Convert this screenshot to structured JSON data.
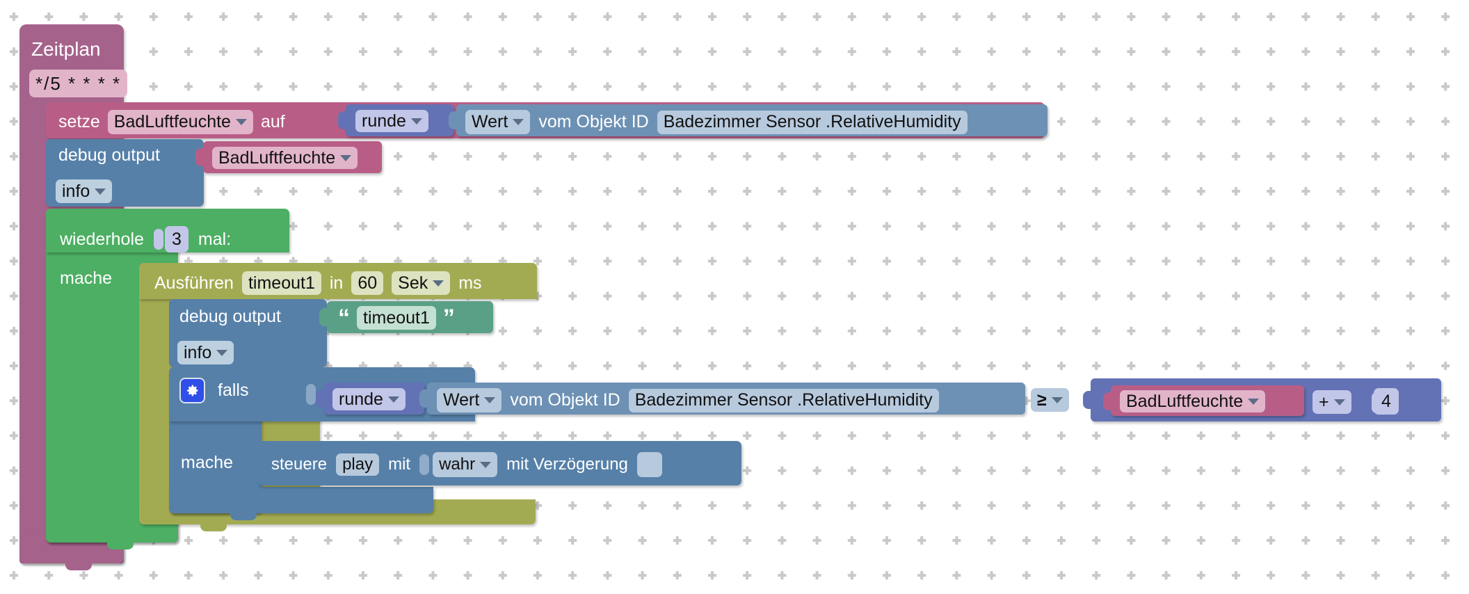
{
  "app": {
    "kind": "blockly-visual-script-editor",
    "language": "de",
    "canvas_background": "#ffffff",
    "grid_dot_color": "#c9c9c9"
  },
  "colors": {
    "schedule": "#a5628b",
    "variable": "#b85e86",
    "variable_field": "#e2b4c9",
    "debug": "#5680a8",
    "debug_field": "#bcd0e0",
    "math": "#6272b5",
    "math_field": "#c2c6e8",
    "object": "#6d91b4",
    "object_field": "#b7c9dd",
    "loop": "#4caf63",
    "timeout": "#a3ab52",
    "timeout_field": "#dde2c0",
    "text": "#5aa087",
    "text_field": "#c4e0d2",
    "gear_icon": "#2f4fe8"
  },
  "script": {
    "schedule_block": {
      "title": "Zeitplan",
      "cron_value": "*/5 * * * *"
    },
    "set_variable_block": {
      "keyword": "setze",
      "variable": "BadLuftfeuchte",
      "connector": "auf",
      "value": {
        "round_block": {
          "label": "runde"
        },
        "object_value_block": {
          "value_field": "Wert",
          "label": "vom Objekt ID",
          "object_id": "Badezimmer Sensor .RelativeHumidity"
        }
      }
    },
    "debug_output_block_1": {
      "label": "debug output",
      "severity": "info",
      "message_variable": "BadLuftfeuchte"
    },
    "repeat_block": {
      "keyword": "wiederhole",
      "times": "3",
      "unit": "mal:",
      "do_label": "mache"
    },
    "timeout_block": {
      "keyword": "Ausführen",
      "name": "timeout1",
      "in_label": "in",
      "amount": "60",
      "unit": "Sek",
      "suffix": "ms"
    },
    "debug_output_block_2": {
      "label": "debug output",
      "severity": "info",
      "message_open_quote": "“",
      "message_text": "timeout1",
      "message_close_quote": "”"
    },
    "if_block": {
      "gear_icon": "gear-icon",
      "keyword": "falls",
      "condition": {
        "left": {
          "round_block": {
            "label": "runde"
          },
          "object_value_block": {
            "value_field": "Wert",
            "label": "vom Objekt ID",
            "object_id": "Badezimmer Sensor .RelativeHumidity"
          }
        },
        "operator": "≥",
        "right": {
          "variable": "BadLuftfeuchte",
          "operator": "+",
          "operand": "4"
        }
      },
      "do_label": "mache",
      "body": {
        "control_block": {
          "keyword": "steuere",
          "target": "play",
          "with_label": "mit",
          "state": "wahr",
          "delay_label": "mit Verzögerung",
          "delay_value": ""
        }
      }
    }
  }
}
